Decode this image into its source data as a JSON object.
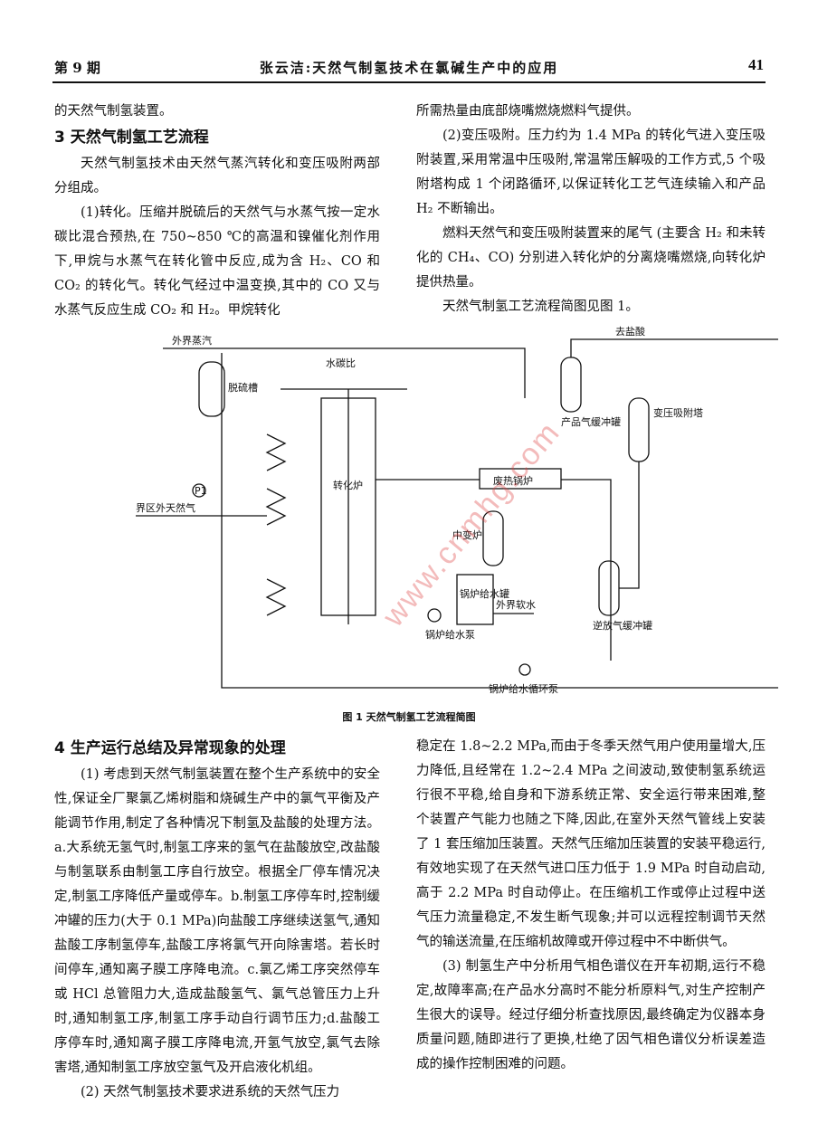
{
  "header": {
    "issue": "第 9 期",
    "running_title": "张云洁:天然气制氢技术在氯碱生产中的应用",
    "page_number": "41"
  },
  "top_left": {
    "p0": "的天然气制氢装置。",
    "section3_title": "3  天然气制氢工艺流程",
    "p1": "天然气制氢技术由天然气蒸汽转化和变压吸附两部分组成。",
    "p2": "(1)转化。压缩并脱硫后的天然气与水蒸气按一定水碳比混合预热,在 750~850 ℃的高温和镍催化剂作用下,甲烷与水蒸气在转化管中反应,成为含 H₂、CO 和 CO₂ 的转化气。转化气经过中温变换,其中的 CO 又与水蒸气反应生成 CO₂ 和 H₂。甲烷转化"
  },
  "top_right": {
    "p1": "所需热量由底部烧嘴燃烧燃料气提供。",
    "p2": "(2)变压吸附。压力约为 1.4 MPa 的转化气进入变压吸附装置,采用常温中压吸附,常温常压解吸的工作方式,5 个吸附塔构成 1 个闭路循环,以保证转化工艺气连续输入和产品 H₂ 不断输出。",
    "p3": "燃料天然气和变压吸附装置来的尾气 (主要含 H₂ 和未转化的 CH₄、CO) 分别进入转化炉的分离烧嘴燃烧,向转化炉提供热量。",
    "p4": "天然气制氢工艺流程简图见图 1。"
  },
  "figure": {
    "caption": "图 1   天然气制氢工艺流程简图",
    "labels": {
      "steam": "外界蒸汽",
      "hcl": "去盐酸",
      "water_carbon": "水碳比",
      "desulfurizer": "脱硫槽",
      "reformer": "转化炉",
      "natural_gas": "界区外天然气",
      "pressure_gauge": "P1",
      "waste_heat_boiler": "废热锅炉",
      "mid_shift": "中变炉",
      "product_buffer": "产品气缓冲罐",
      "psa_tower": "变压吸附塔",
      "boiler_feed_tank": "锅炉给水罐",
      "soft_water": "外界软水",
      "feed_pump": "锅炉给水泵",
      "circ_pump": "锅炉给水循环泵",
      "reverse_buffer": "逆放气缓冲罐"
    }
  },
  "watermark": "www.cnmhg.com",
  "bottom_left": {
    "section4_title": "4  生产运行总结及异常现象的处理",
    "p1": "(1) 考虑到天然气制氢装置在整个生产系统中的安全性,保证全厂聚氯乙烯树脂和烧碱生产中的氯气平衡及产能调节作用,制定了各种情况下制氢及盐酸的处理方法。a.大系统无氢气时,制氢工序来的氢气在盐酸放空,改盐酸与制氢联系由制氢工序自行放空。根据全厂停车情况决定,制氢工序降低产量或停车。b.制氢工序停车时,控制缓冲罐的压力(大于 0.1 MPa)向盐酸工序继续送氢气,通知盐酸工序制氢停车,盐酸工序将氯气开向除害塔。若长时间停车,通知离子膜工序降电流。c.氯乙烯工序突然停车或 HCl 总管阻力大,造成盐酸氢气、氯气总管压力上升时,通知制氢工序,制氢工序手动自行调节压力;d.盐酸工序停车时,通知离子膜工序降电流,开氢气放空,氯气去除害塔,通知制氢工序放空氢气及开启液化机组。",
    "p2": "(2) 天然气制氢技术要求进系统的天然气压力"
  },
  "bottom_right": {
    "p1": "稳定在 1.8~2.2 MPa,而由于冬季天然气用户使用量增大,压力降低,且经常在 1.2~2.4 MPa 之间波动,致使制氢系统运行很不平稳,给自身和下游系统正常、安全运行带来困难,整个装置产气能力也随之下降,因此,在室外天然气管线上安装了 1 套压缩加压装置。天然气压缩加压装置的安装平稳运行,有效地实现了在天然气进口压力低于 1.9 MPa 时自动启动,高于 2.2 MPa 时自动停止。在压缩机工作或停止过程中送气压力流量稳定,不发生断气现象;并可以远程控制调节天然气的输送流量,在压缩机故障或开停过程中不中断供气。",
    "p2": "(3) 制氢生产中分析用气相色谱仪在开车初期,运行不稳定,故障率高;在产品水分高时不能分析原料气,对生产控制产生很大的误导。经过仔细分析查找原因,最终确定为仪器本身质量问题,随即进行了更换,杜绝了因气相色谱仪分析误差造成的操作控制困难的问题。"
  }
}
